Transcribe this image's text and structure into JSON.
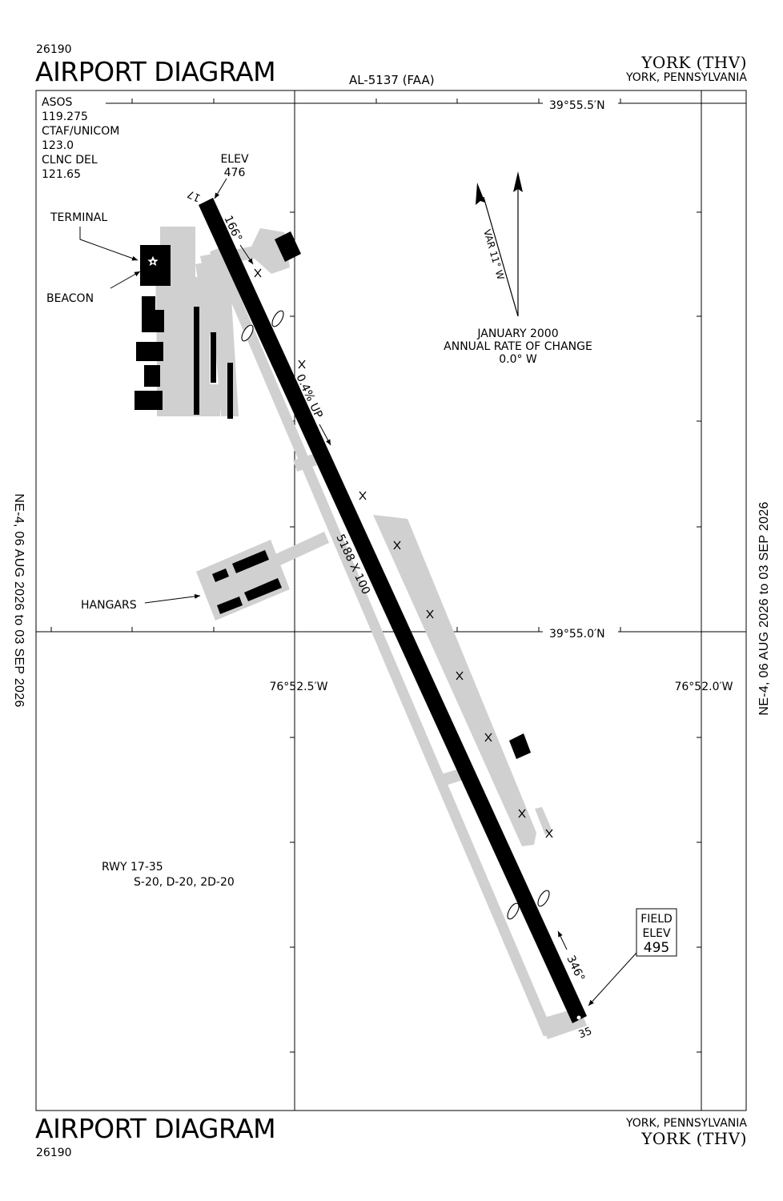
{
  "header": {
    "procedure_number": "26190",
    "title": "AIRPORT DIAGRAM",
    "chart_id": "AL-5137 (FAA)",
    "airport_name": "YORK (THV)",
    "location": "YORK, PENNSYLVANIA"
  },
  "footer": {
    "title": "AIRPORT DIAGRAM",
    "procedure_number": "26190",
    "location": "YORK, PENNSYLVANIA",
    "airport_name": "YORK (THV)"
  },
  "effective": {
    "left": "NE-4, 06 AUG 2026 to 03 SEP 2026",
    "right": "NE-4, 06 AUG 2026 to 03 SEP 2026"
  },
  "frequencies": {
    "asos_label": "ASOS",
    "asos_freq": "119.275",
    "ctaf_label": "CTAF/UNICOM",
    "ctaf_freq": "123.0",
    "clnc_label": "CLNC DEL",
    "clnc_freq": "121.65"
  },
  "coordinates": {
    "lat_north": "39°55.5′N",
    "lat_south": "39°55.0′N",
    "lon_west": "76°52.5′W",
    "lon_east": "76°52.0′W"
  },
  "magnetic": {
    "variation": "VAR 11° W",
    "epoch": "JANUARY 2000",
    "rate_label": "ANNUAL RATE OF CHANGE",
    "rate_value": "0.0° W"
  },
  "runway": {
    "id_north": "17",
    "id_south": "35",
    "heading_north": "166°",
    "heading_south": "346°",
    "slope": "0.4% UP",
    "dimensions": "5188 X 100",
    "designation": "RWY 17-35",
    "strength": "S-20, D-20, 2D-20"
  },
  "elevations": {
    "elev_label": "ELEV",
    "elev_value": "476",
    "field_label_1": "FIELD",
    "field_label_2": "ELEV",
    "field_value": "495"
  },
  "labels": {
    "terminal": "TERMINAL",
    "beacon": "BEACON",
    "hangars": "HANGARS"
  },
  "colors": {
    "runway": "#000000",
    "taxiway": "#d0d0d0",
    "building": "#000000",
    "paper": "#ffffff"
  }
}
